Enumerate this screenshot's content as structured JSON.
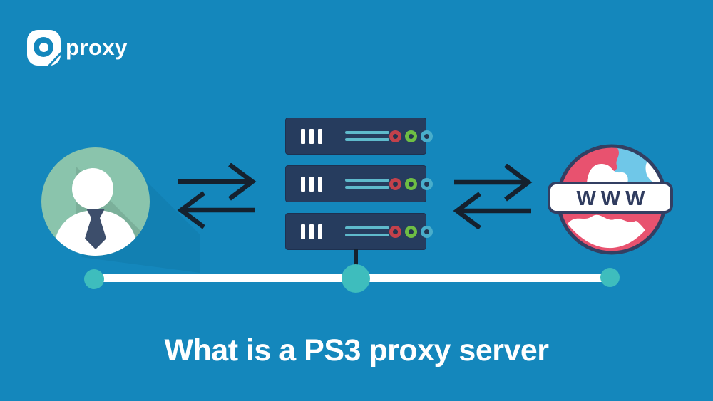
{
  "css_vars": {
    "bg": "#1487BC",
    "ink": "#15212E",
    "server-body": "#263C5E",
    "server-edge": "#1E3150",
    "server-line": "#5FBACC",
    "led-core": "#233550",
    "teal-node": "#3EBDBD",
    "avatar-green": "#8AC4AC",
    "tie-navy": "#3D4E6B",
    "globe-sea": "#6FC7E8",
    "globe-land": "#E8526F",
    "globe-outline": "#333F62",
    "banner-text": "#303C5F"
  },
  "logo": {
    "brand_text": "proxy"
  },
  "title": {
    "text": "What is a PS3 proxy server"
  },
  "diagram": {
    "user": {
      "icon": "user-avatar"
    },
    "servers": {
      "count": 3,
      "led_colors": [
        "#C2414B",
        "#6EBE44",
        "#49AECB"
      ]
    },
    "web": {
      "banner_text": "WWW"
    },
    "timeline": {
      "nodes": 3
    }
  }
}
